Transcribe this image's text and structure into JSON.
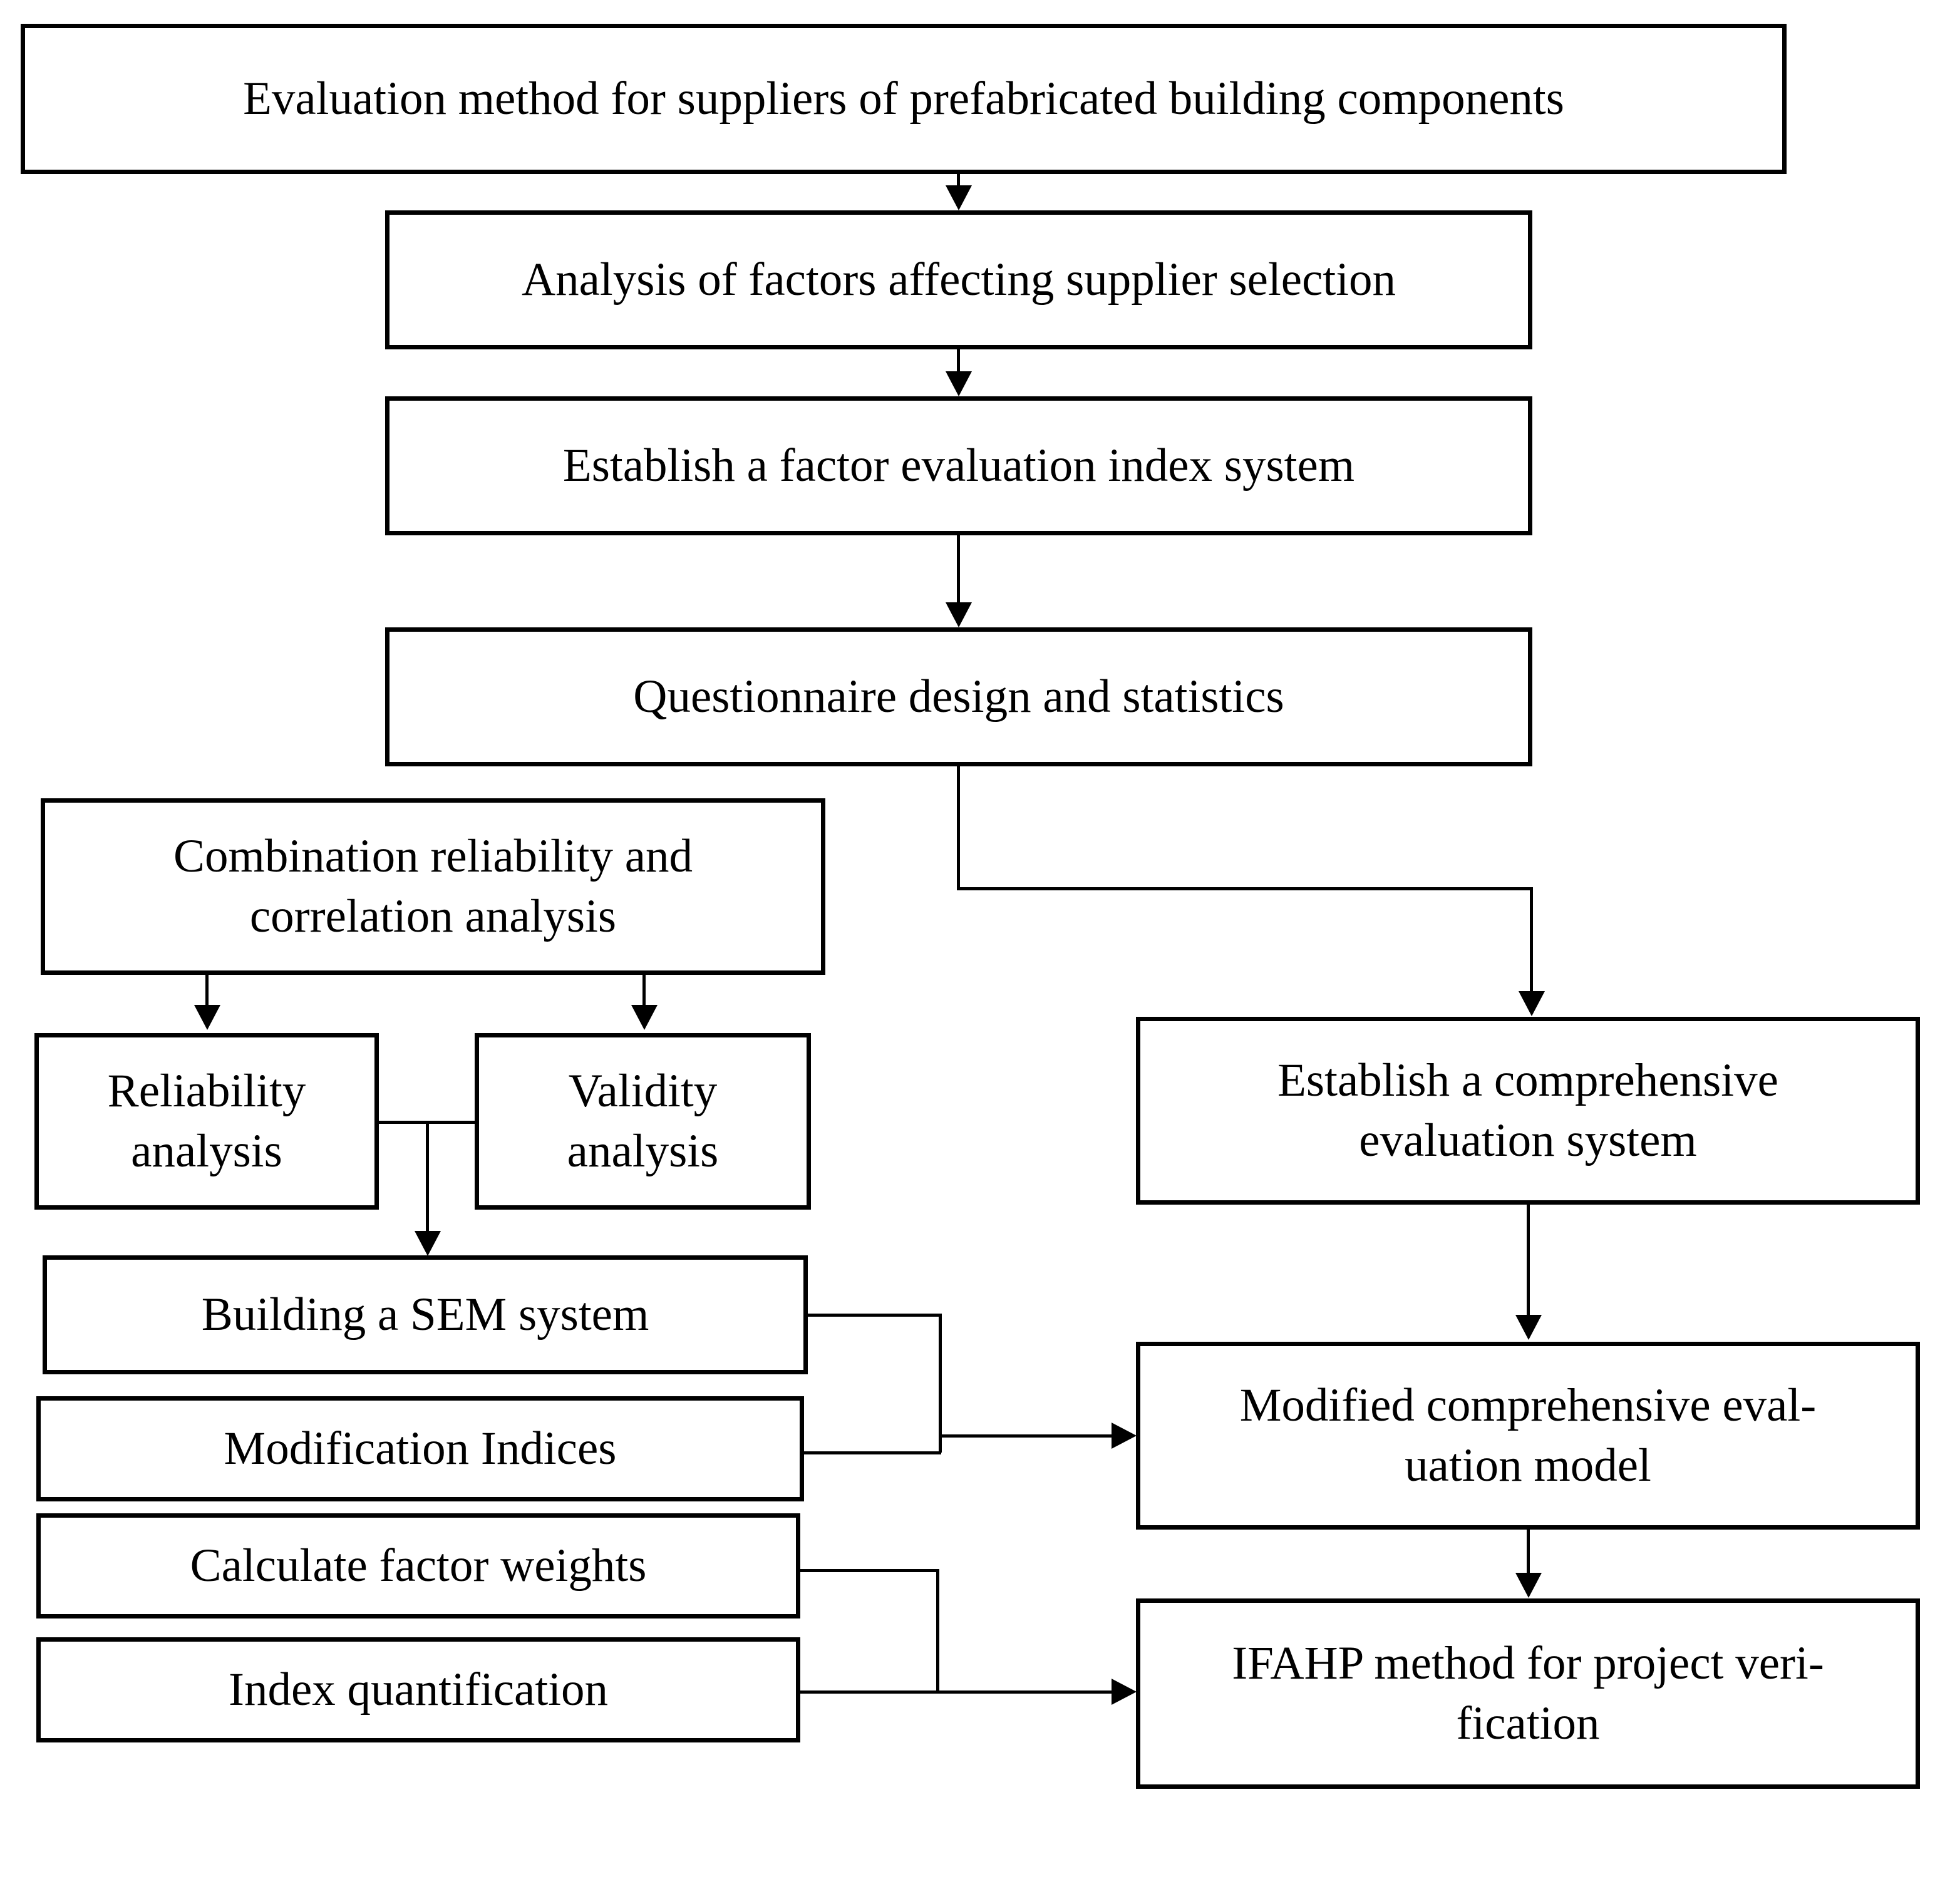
{
  "diagram": {
    "type": "flowchart",
    "orientation": "top-down",
    "background_color": "#ffffff",
    "line_color": "#000000",
    "text_color": "#000000",
    "nodes": {
      "root": "Evaluation method for suppliers of prefabricated building components",
      "factors": "Analysis of factors affecting supplier selection",
      "index_system": "Establish a factor evaluation index system",
      "questionnaire": "Questionnaire design and statistics",
      "combination": "Combination reliability and\ncorrelation analysis",
      "reliability": "Reliability\nanalysis",
      "validity": "Validity\nanalysis",
      "sem": "Building a SEM system",
      "modification_indices": "Modification Indices",
      "factor_weights": "Calculate factor weights",
      "index_quantification": "Index quantification",
      "comprehensive_system": "Establish a comprehensive\nevaluation system",
      "modified_model": "Modified comprehensive eval-\nuation model",
      "ifahp": "IFAHP method for project veri-\nfication"
    },
    "edges": [
      {
        "from": "root",
        "to": "factors",
        "style": "straight-down-arrow"
      },
      {
        "from": "factors",
        "to": "index_system",
        "style": "straight-down-arrow"
      },
      {
        "from": "index_system",
        "to": "questionnaire",
        "style": "straight-down-arrow"
      },
      {
        "from": "questionnaire",
        "to": "comprehensive_system",
        "style": "elbow-right-down-arrow"
      },
      {
        "from": "combination",
        "to": "reliability",
        "style": "straight-down-arrow"
      },
      {
        "from": "combination",
        "to": "validity",
        "style": "straight-down-arrow"
      },
      {
        "from": "reliability",
        "to": "sem",
        "style": "merge-down-arrow"
      },
      {
        "from": "validity",
        "to": "sem",
        "style": "merge-down-arrow"
      },
      {
        "from": "sem",
        "to": "modified_model",
        "style": "bracket-right-arrow"
      },
      {
        "from": "modification_indices",
        "to": "modified_model",
        "style": "bracket-right-arrow"
      },
      {
        "from": "comprehensive_system",
        "to": "modified_model",
        "style": "straight-down-arrow"
      },
      {
        "from": "factor_weights",
        "to": "ifahp",
        "style": "bracket-right-arrow"
      },
      {
        "from": "index_quantification",
        "to": "ifahp",
        "style": "bracket-right-arrow"
      },
      {
        "from": "modified_model",
        "to": "ifahp",
        "style": "straight-down-arrow"
      }
    ]
  }
}
